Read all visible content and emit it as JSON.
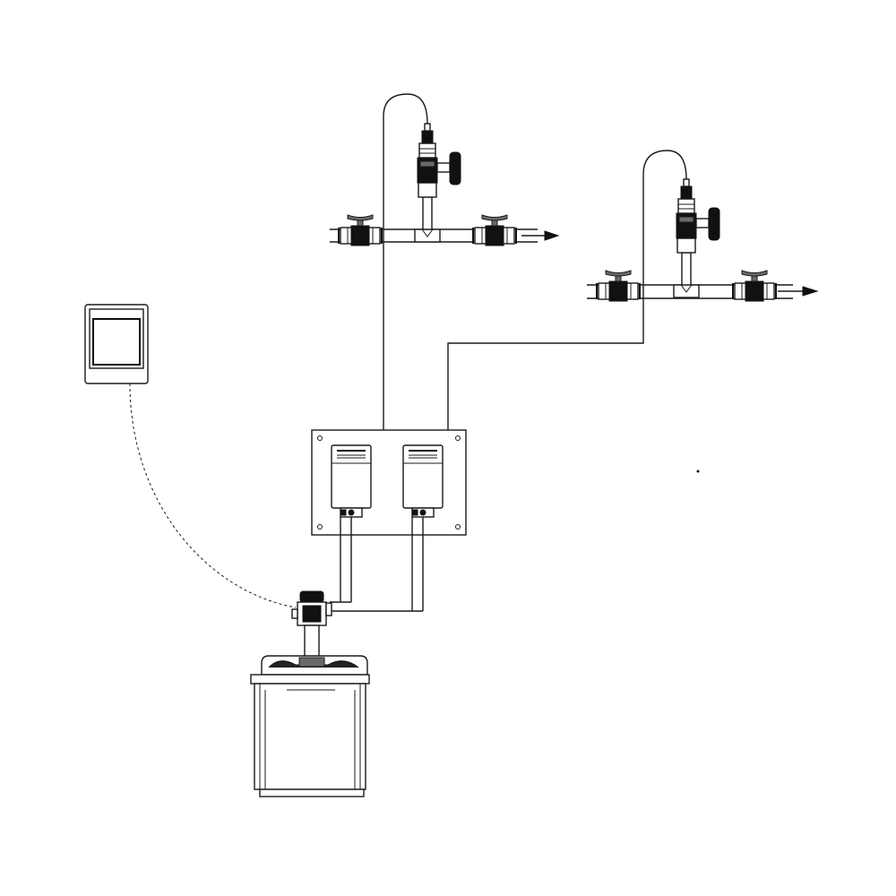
{
  "diagram": {
    "components": [
      {
        "id": "injection-valve-1",
        "icon": "injection-valve-icon"
      },
      {
        "id": "injection-valve-2",
        "icon": "injection-valve-icon"
      },
      {
        "id": "ball-valve",
        "icon": "ball-valve-icon"
      },
      {
        "id": "pipe-tee",
        "icon": "tee-fitting-icon"
      },
      {
        "id": "flow-arrow",
        "icon": "arrow-right-icon"
      },
      {
        "id": "controller",
        "icon": "controller-display-icon"
      },
      {
        "id": "pump-panel",
        "icon": "dual-pump-panel-icon"
      },
      {
        "id": "dosing-pump",
        "icon": "metering-pump-icon"
      },
      {
        "id": "level-sensor",
        "icon": "suction-lance-icon"
      },
      {
        "id": "chemical-drum",
        "icon": "drum-icon"
      }
    ],
    "connections": [
      {
        "from": "pump-panel",
        "to": "injection-valve-1",
        "style": "solid"
      },
      {
        "from": "pump-panel",
        "to": "injection-valve-2",
        "style": "solid"
      },
      {
        "from": "pump-panel",
        "to": "level-sensor",
        "style": "solid"
      },
      {
        "from": "controller",
        "to": "level-sensor",
        "style": "dashed"
      }
    ],
    "colors": {
      "line": "#1a1a1a",
      "background": "#ffffff"
    }
  }
}
